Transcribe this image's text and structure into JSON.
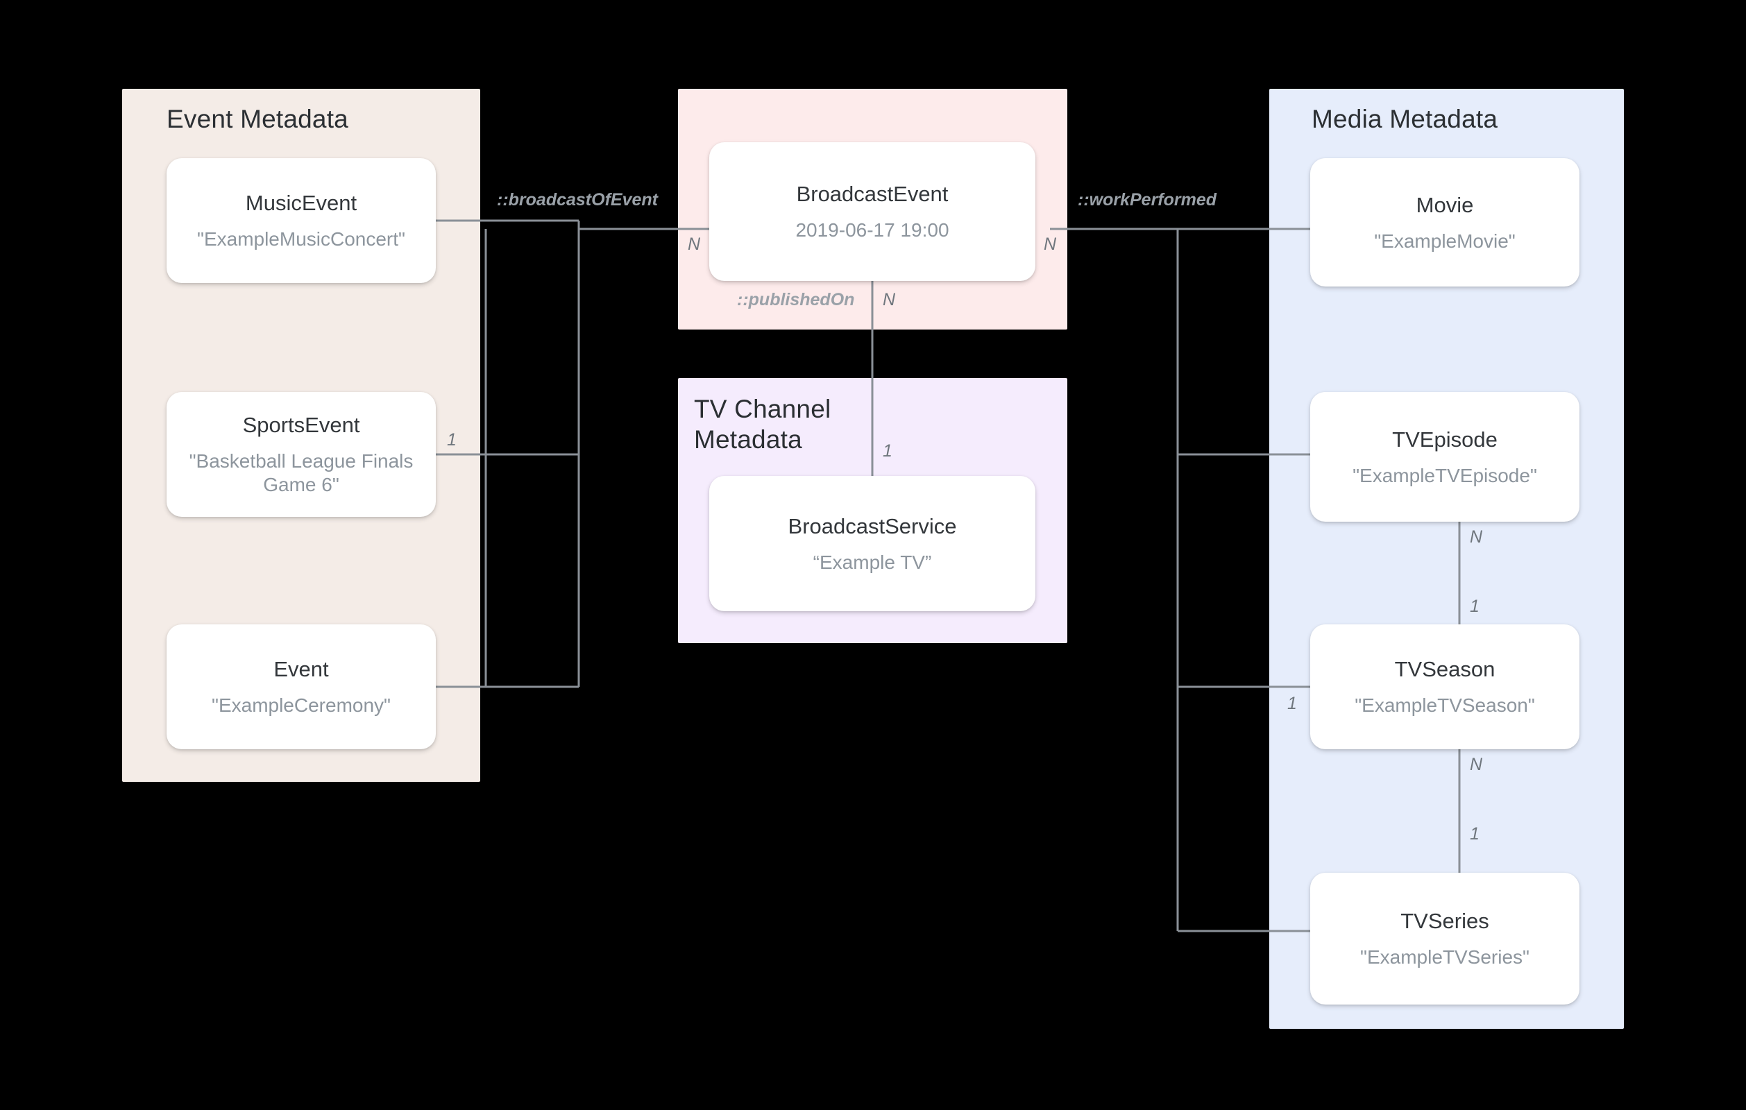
{
  "diagram": {
    "type": "entity-relationship",
    "panels": [
      {
        "id": "event",
        "title": "Event Metadata",
        "color": "#f4ece7"
      },
      {
        "id": "broadcast",
        "title": "",
        "color": "#fdebeb"
      },
      {
        "id": "tvchannel",
        "title": "TV Channel\nMetadata",
        "color": "#f5ecfd"
      },
      {
        "id": "media",
        "title": "Media Metadata",
        "color": "#e6edfb"
      }
    ],
    "nodes": [
      {
        "id": "musicevent",
        "title": "MusicEvent",
        "value": "\"ExampleMusicConcert\""
      },
      {
        "id": "sportsevent",
        "title": "SportsEvent",
        "value": "\"Basketball League Finals Game 6\""
      },
      {
        "id": "event",
        "title": "Event",
        "value": "\"ExampleCeremony\""
      },
      {
        "id": "broadcastevent",
        "title": "BroadcastEvent",
        "value": "2019-06-17 19:00"
      },
      {
        "id": "broadcastservice",
        "title": "BroadcastService",
        "value": "“Example TV”"
      },
      {
        "id": "movie",
        "title": "Movie",
        "value": "\"ExampleMovie\""
      },
      {
        "id": "tvepisode",
        "title": "TVEpisode",
        "value": "\"ExampleTVEpisode\""
      },
      {
        "id": "tvseason",
        "title": "TVSeason",
        "value": "\"ExampleTVSeason\""
      },
      {
        "id": "tvseries",
        "title": "TVSeries",
        "value": "\"ExampleTVSeries\""
      }
    ],
    "relationships": [
      {
        "id": "broadcastofevent",
        "label": "::broadcastOfEvent",
        "from": "broadcastevent",
        "to": "event-group",
        "from_card": "N",
        "to_card": "1"
      },
      {
        "id": "workperformed",
        "label": "::workPerformed",
        "from": "broadcastevent",
        "to": "media-group",
        "from_card": "N",
        "to_card": "1"
      },
      {
        "id": "publishedon",
        "label": "::publishedOn",
        "from": "broadcastevent",
        "to": "broadcastservice",
        "from_card": "N",
        "to_card": "1"
      },
      {
        "id": "episode-season",
        "label": "",
        "from": "tvepisode",
        "to": "tvseason",
        "from_card": "N",
        "to_card": "1"
      },
      {
        "id": "season-series",
        "label": "",
        "from": "tvseason",
        "to": "tvseries",
        "from_card": "N",
        "to_card": "1"
      }
    ],
    "cardinality_markers": [
      {
        "id": "card-sportsevent-1",
        "text": "1"
      },
      {
        "id": "card-broadcastevent-left",
        "text": "N"
      },
      {
        "id": "card-broadcastevent-right",
        "text": "N"
      },
      {
        "id": "card-publishedon-n",
        "text": "N"
      },
      {
        "id": "card-broadcastservice-1",
        "text": "1"
      },
      {
        "id": "card-tvepisode-n",
        "text": "N"
      },
      {
        "id": "card-tvseason-top-1",
        "text": "1"
      },
      {
        "id": "card-tvseason-left-1",
        "text": "1"
      },
      {
        "id": "card-tvseason-n",
        "text": "N"
      },
      {
        "id": "card-tvseries-1",
        "text": "1"
      }
    ]
  }
}
